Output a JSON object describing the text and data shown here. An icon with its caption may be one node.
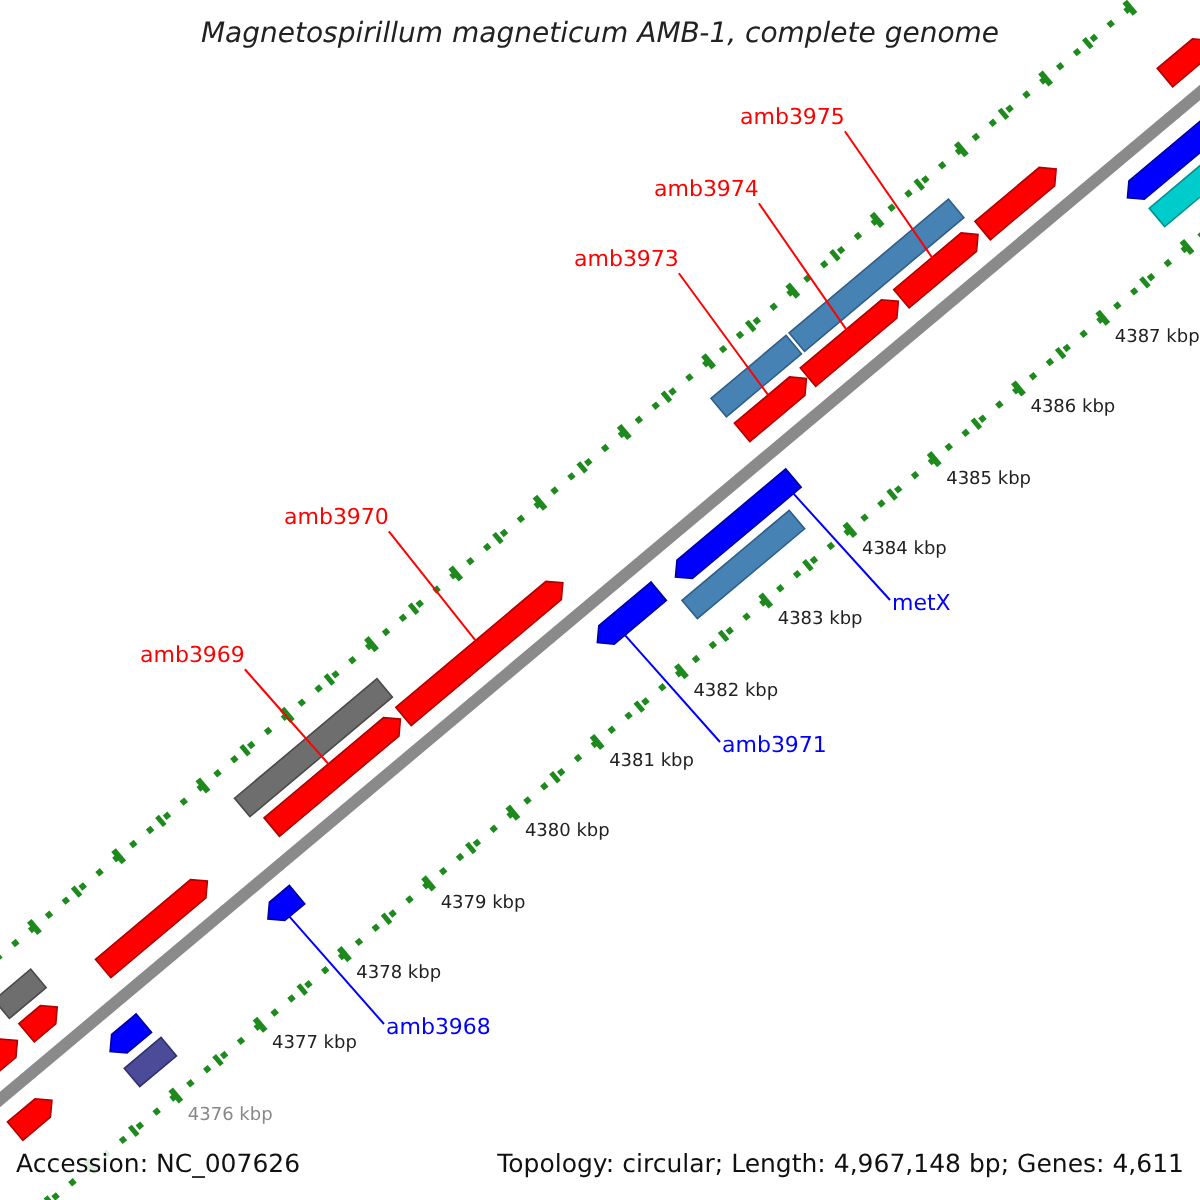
{
  "diagram": {
    "title": "Magnetospirillum magneticum AMB-1, complete genome",
    "nodes": [
      {
        "text": [
          "amb3975"
        ]
      },
      {
        "text": [],
        "shape": "bar"
      },
      {
        "text": [
          "amb3974"
        ]
      },
      {
        "text": [],
        "shape": "bar"
      },
      {
        "text": [
          "amb3973"
        ]
      },
      {
        "text": [],
        "shape": "bar"
      },
      {
        "text": [
          "amb3970"
        ]
      },
      {
        "text": [],
        "shape": "bar"
      },
      {
        "text": [
          "metX"
        ]
      },
      {
        "text": [],
        "shape": "bar"
      },
      {
        "text": [
          "amb3969"
        ]
      },
      {
        "text": [],
        "shape": "bar"
      },
      {
        "text": [
          "amb3971"
        ]
      },
      {
        "text": [],
        "shape": "bar"
      },
      {
        "text": [
          "amb3968"
        ]
      },
      {
        "text": [],
        "shape": "bar"
      },
      {
        "text": [],
        "shape": "bar"
      },
      {
        "text": [],
        "shape": "bar"
      },
      {
        "text": [],
        "shape": "bar"
      },
      {
        "text": [],
        "shape": "bar"
      },
      {
        "text": [],
        "shape": "bar"
      },
      {
        "text": [],
        "shape": "bar"
      },
      {
        "text": [],
        "shape": "bar"
      },
      {
        "text": [],
        "shape": "bar"
      },
      {
        "text": [],
        "shape": "bar"
      },
      {
        "text": [],
        "shape": "bar"
      },
      {
        "text": [],
        "shape": "bar"
      },
      {
        "text": [],
        "shape": "bar"
      },
      {
        "text": [],
        "shape": "bar"
      },
      {
        "text": [],
        "shape": "bar"
      },
      {
        "text": [],
        "shape": "bar"
      }
    ],
    "edges": [
      {
        "from": 0,
        "to": 1,
        "arrow": "none"
      },
      {
        "from": 2,
        "to": 3,
        "arrow": "none"
      },
      {
        "from": 4,
        "to": 5,
        "arrow": "none"
      },
      {
        "from": 6,
        "to": 7,
        "arrow": "none"
      },
      {
        "from": 8,
        "to": 9,
        "arrow": "none",
        "color": "#0000ff"
      },
      {
        "from": 10,
        "to": 11,
        "arrow": "none"
      },
      {
        "from": 12,
        "to": 13,
        "arrow": "none",
        "color": "#0000ff"
      },
      {
        "from": 14,
        "to": 15,
        "arrow": "none",
        "color": "#0000ff"
      }
    ],
    "labels": [
      "4387 kbp",
      "4386 kbp",
      "4385 kbp",
      "4384 kbp",
      "4383 kbp",
      "4382 kbp",
      "4381 kbp",
      "4380 kbp",
      "4379 kbp",
      "4378 kbp",
      "4377 kbp",
      "4376 kbp",
      "Accession: NC_007626",
      "Topology: circular; Length: 4,967,148 bp; Genes: 4,611"
    ]
  }
}
